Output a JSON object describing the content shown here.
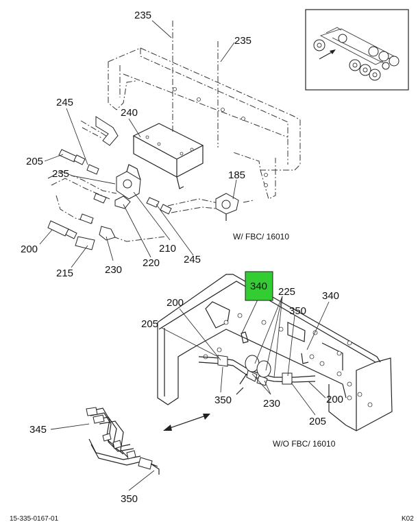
{
  "callouts": {
    "c235a": "235",
    "c235b": "235",
    "c245a": "245",
    "c240": "240",
    "c205a": "205",
    "c235c": "235",
    "c185": "185",
    "c200a": "200",
    "c215": "215",
    "c230a": "230",
    "c220": "220",
    "c210": "210",
    "c245b": "245",
    "c340_highlight": "340",
    "c225": "225",
    "c340b": "340",
    "c200b": "200",
    "c350a": "350",
    "c205b": "205",
    "c350b": "350",
    "c230b": "230",
    "c200c": "200",
    "c205c": "205",
    "c345": "345",
    "c350c": "350"
  },
  "captions": {
    "with_fbc": "W/ FBC/ 16010",
    "without_fbc": "W/O FBC/ 16010"
  },
  "footer": {
    "drawing_number": "15-335-0167-01",
    "sheet_code": "K02"
  },
  "colors": {
    "highlight": "#33cc33",
    "line": "#222222"
  }
}
